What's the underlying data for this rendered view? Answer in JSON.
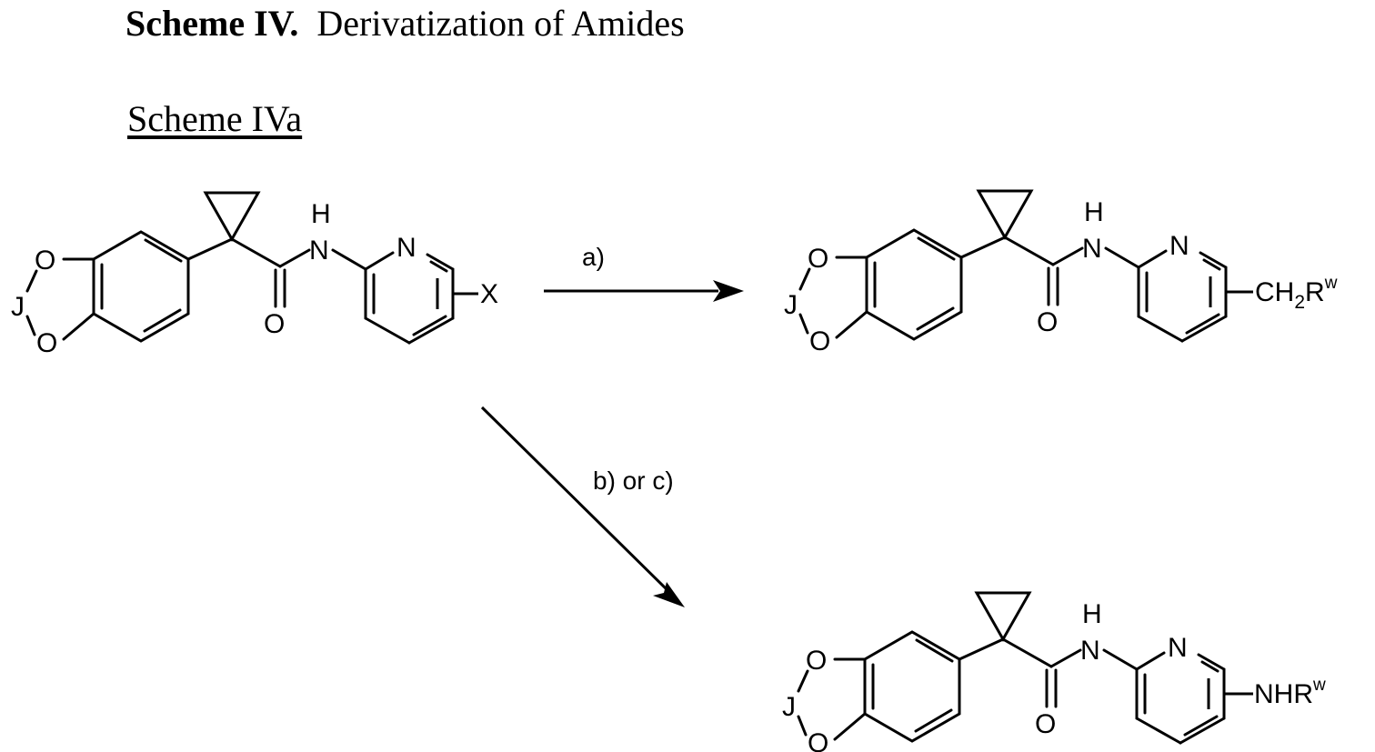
{
  "title": {
    "bold": "Scheme IV.",
    "rest": "Derivatization of Amides"
  },
  "subtitle": "Scheme IVa",
  "atoms": {
    "O": "O",
    "J": "J",
    "H": "H",
    "N": "N"
  },
  "substituents": {
    "start": "X",
    "product_a_main": "CH",
    "product_a_sub": "2",
    "product_a_tail": "R",
    "product_b_main": "NHR",
    "superscript": "w"
  },
  "conditions": {
    "a": "a)",
    "bc": "b) or c)"
  }
}
